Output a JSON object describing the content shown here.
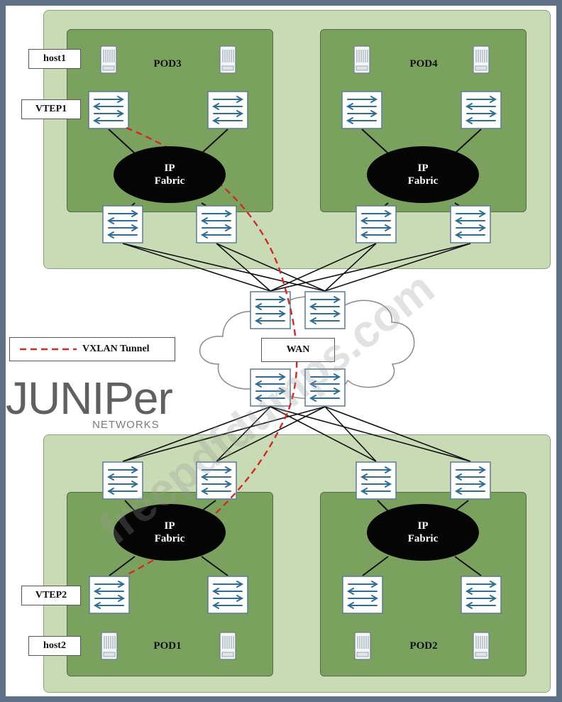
{
  "pods": {
    "pod3": "POD3",
    "pod4": "POD4",
    "pod1": "POD1",
    "pod2": "POD2"
  },
  "fabric": {
    "line1": "IP",
    "line2": "Fabric"
  },
  "labels": {
    "host1": "host1",
    "vtep1": "VTEP1",
    "vtep2": "VTEP2",
    "host2": "host2"
  },
  "wan": "WAN",
  "legend": {
    "tunnel": "VXLAN Tunnel"
  },
  "logo": {
    "brand": "JUNIPer",
    "sub": "NETWORKS"
  },
  "watermark": "freepdfdumps.com",
  "colors": {
    "region": "#c9dbb5",
    "pod": "#7aa25e",
    "fabric": "#050505",
    "switch_fill": "#ffffff",
    "switch_arrow": "#2f6d94",
    "tunnel": "#d12a24"
  }
}
